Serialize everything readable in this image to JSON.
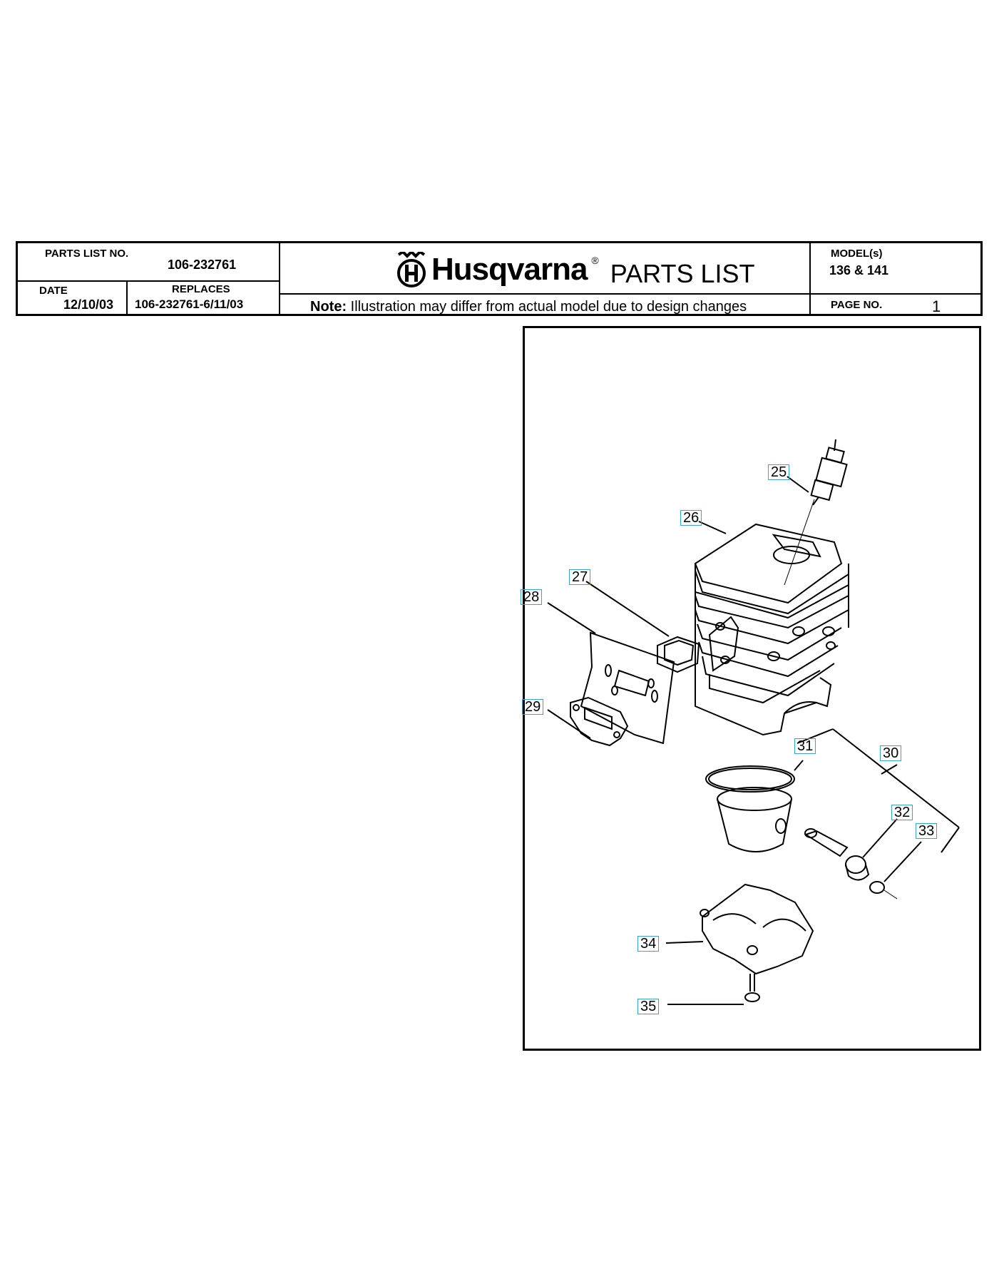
{
  "header": {
    "parts_list_no_label": "PARTS LIST NO.",
    "parts_list_no": "106-232761",
    "date_label": "DATE",
    "date": "12/10/03",
    "replaces_label": "REPLACES",
    "replaces": "106-232761-6/11/03",
    "brand": "Husqvarna",
    "brand_reg": "®",
    "brand_title": "PARTS LIST",
    "note_bold": "Note:",
    "note_text": "Illustration may differ from actual model due to design changes",
    "models_label": "MODEL(s)",
    "models": "136 & 141",
    "page_label": "PAGE   NO.",
    "page_no": "1"
  },
  "callouts": [
    "25",
    "26",
    "27",
    "28",
    "29",
    "30",
    "31",
    "32",
    "33",
    "34",
    "35"
  ],
  "colors": {
    "callout_border": "#3aa6c9",
    "ink": "#000000"
  },
  "icons": {
    "logo": "husqvarna-crown-h-icon"
  }
}
